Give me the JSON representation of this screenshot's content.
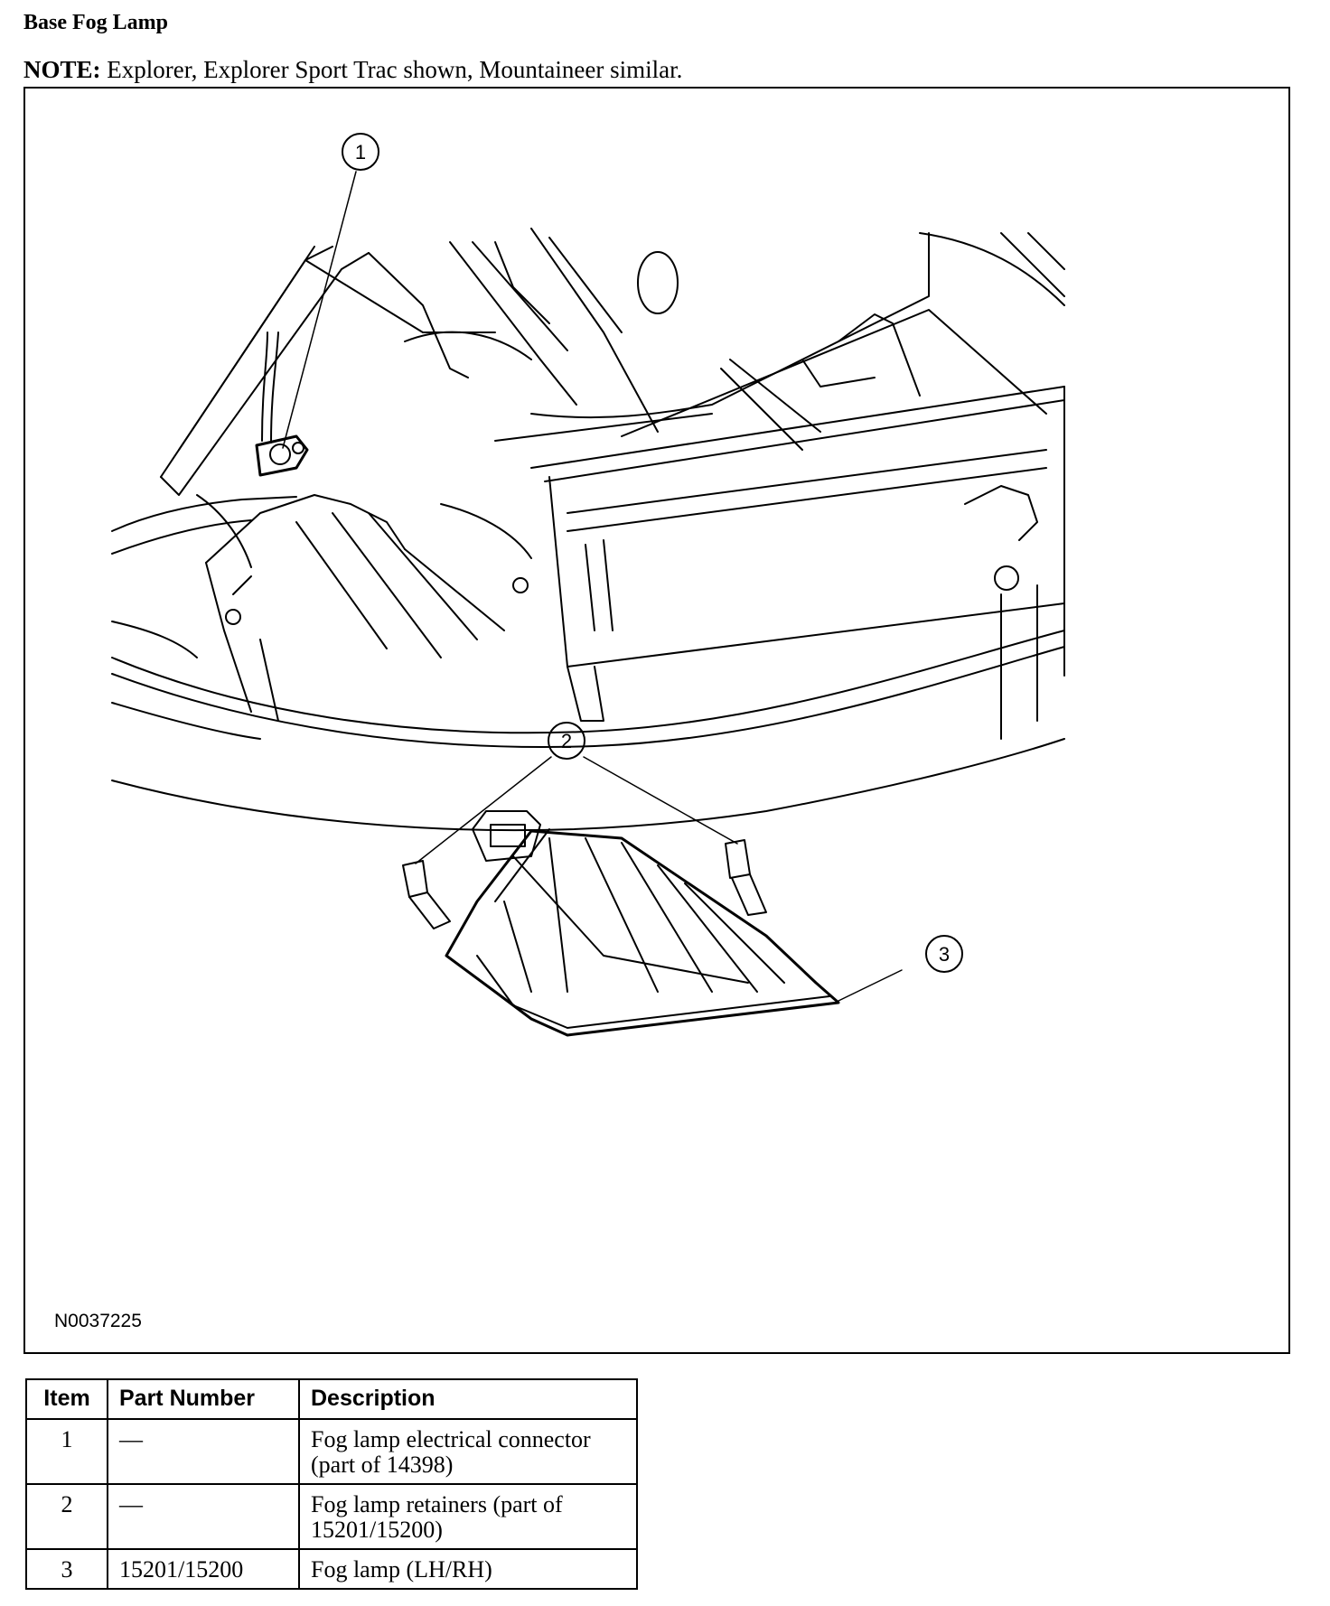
{
  "header": {
    "title": "Base Fog Lamp",
    "note_label": "NOTE:",
    "note_text": " Explorer, Explorer Sport Trac shown, Mountaineer similar."
  },
  "figure": {
    "id": "N0037225",
    "callouts": [
      "1",
      "2",
      "3"
    ]
  },
  "table": {
    "headers": {
      "item": "Item",
      "part": "Part Number",
      "desc": "Description"
    },
    "rows": [
      {
        "item": "1",
        "part": "—",
        "desc_lines": [
          "Fog lamp electrical connector",
          "(part of 14398)"
        ]
      },
      {
        "item": "2",
        "part": "—",
        "desc_lines": [
          "Fog lamp retainers (part of",
          "15201/15200)"
        ]
      },
      {
        "item": "3",
        "part": "15201/15200",
        "desc_lines": [
          "Fog lamp (LH/RH)"
        ]
      }
    ]
  }
}
